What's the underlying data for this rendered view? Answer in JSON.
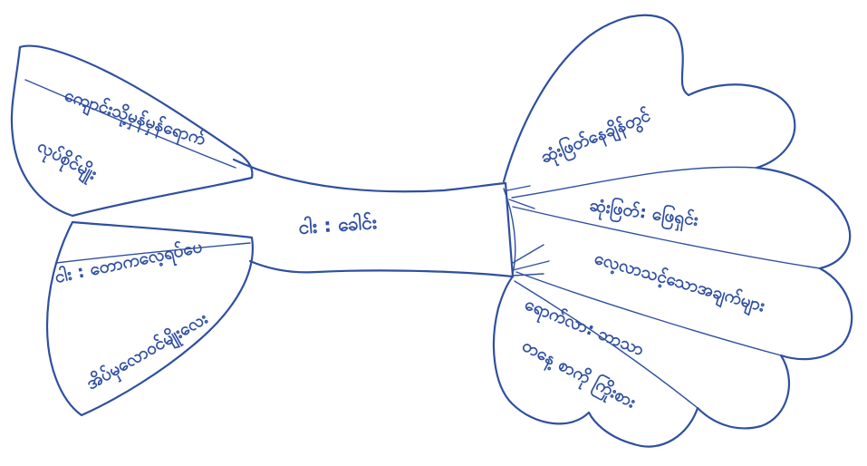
{
  "diagram": {
    "ink_color": "#2f4fa0",
    "background": "#ffffff",
    "center_label": "ငါး : ခေါင်း",
    "tail_labels": [
      "ကျောင်းသို့မှန်မှန်ရောက်",
      "လုပ်စိုင်မျိုး",
      "ငါး : တောကလေ့ရပ်ပေ",
      "အိပ်မှလောဝင်မျိုးလေး"
    ],
    "head_labels": [
      "ဆုံးဖြတ်နေချိန်တွင်",
      "ဆုံးဖြတ်: ဖြေရှင်း",
      "လေ့လာသင့်သောအချက်များ",
      "ရောက်လာ: ဘာသာ",
      "တနေ့ စာကို ကြိုးစား"
    ]
  }
}
